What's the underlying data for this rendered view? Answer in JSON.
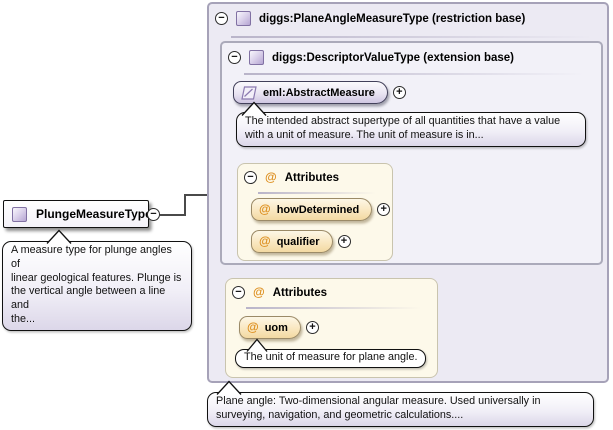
{
  "colors": {
    "panel_bg": "#eceaf3",
    "inner_panel_bg": "#f2f1f8",
    "panel_border": "#a6a2b8",
    "attr_box_bg": "#fdf9ea",
    "attr_accent": "#dd8f1f",
    "element_purple": "#8b7ab0"
  },
  "icons": {
    "collapse": "−",
    "expand": "+",
    "at": "@"
  },
  "root": {
    "label": "PlungeMeasureType",
    "tooltip": "A measure type for plunge angles of\nlinear geological features. Plunge is\nthe vertical angle between a line and\nthe..."
  },
  "outer_panel": {
    "title": "diggs:PlaneAngleMeasureType (restriction base)",
    "tooltip": "Plane angle: Two-dimensional angular measure. Used universally in\nsurveying, navigation, and geometric calculations....",
    "attributes": {
      "title": "Attributes",
      "items": [
        {
          "name": "uom",
          "tooltip": "The unit of measure for plane angle."
        }
      ]
    },
    "inner_panel": {
      "title": "diggs:DescriptorValueType (extension base)",
      "element": {
        "label": "eml:AbstractMeasure",
        "tooltip": "The intended abstract supertype of all quantities that have a value\nwith a unit of measure. The unit of measure is in..."
      },
      "attributes": {
        "title": "Attributes",
        "items": [
          {
            "name": "howDetermined"
          },
          {
            "name": "qualifier"
          }
        ]
      }
    }
  }
}
